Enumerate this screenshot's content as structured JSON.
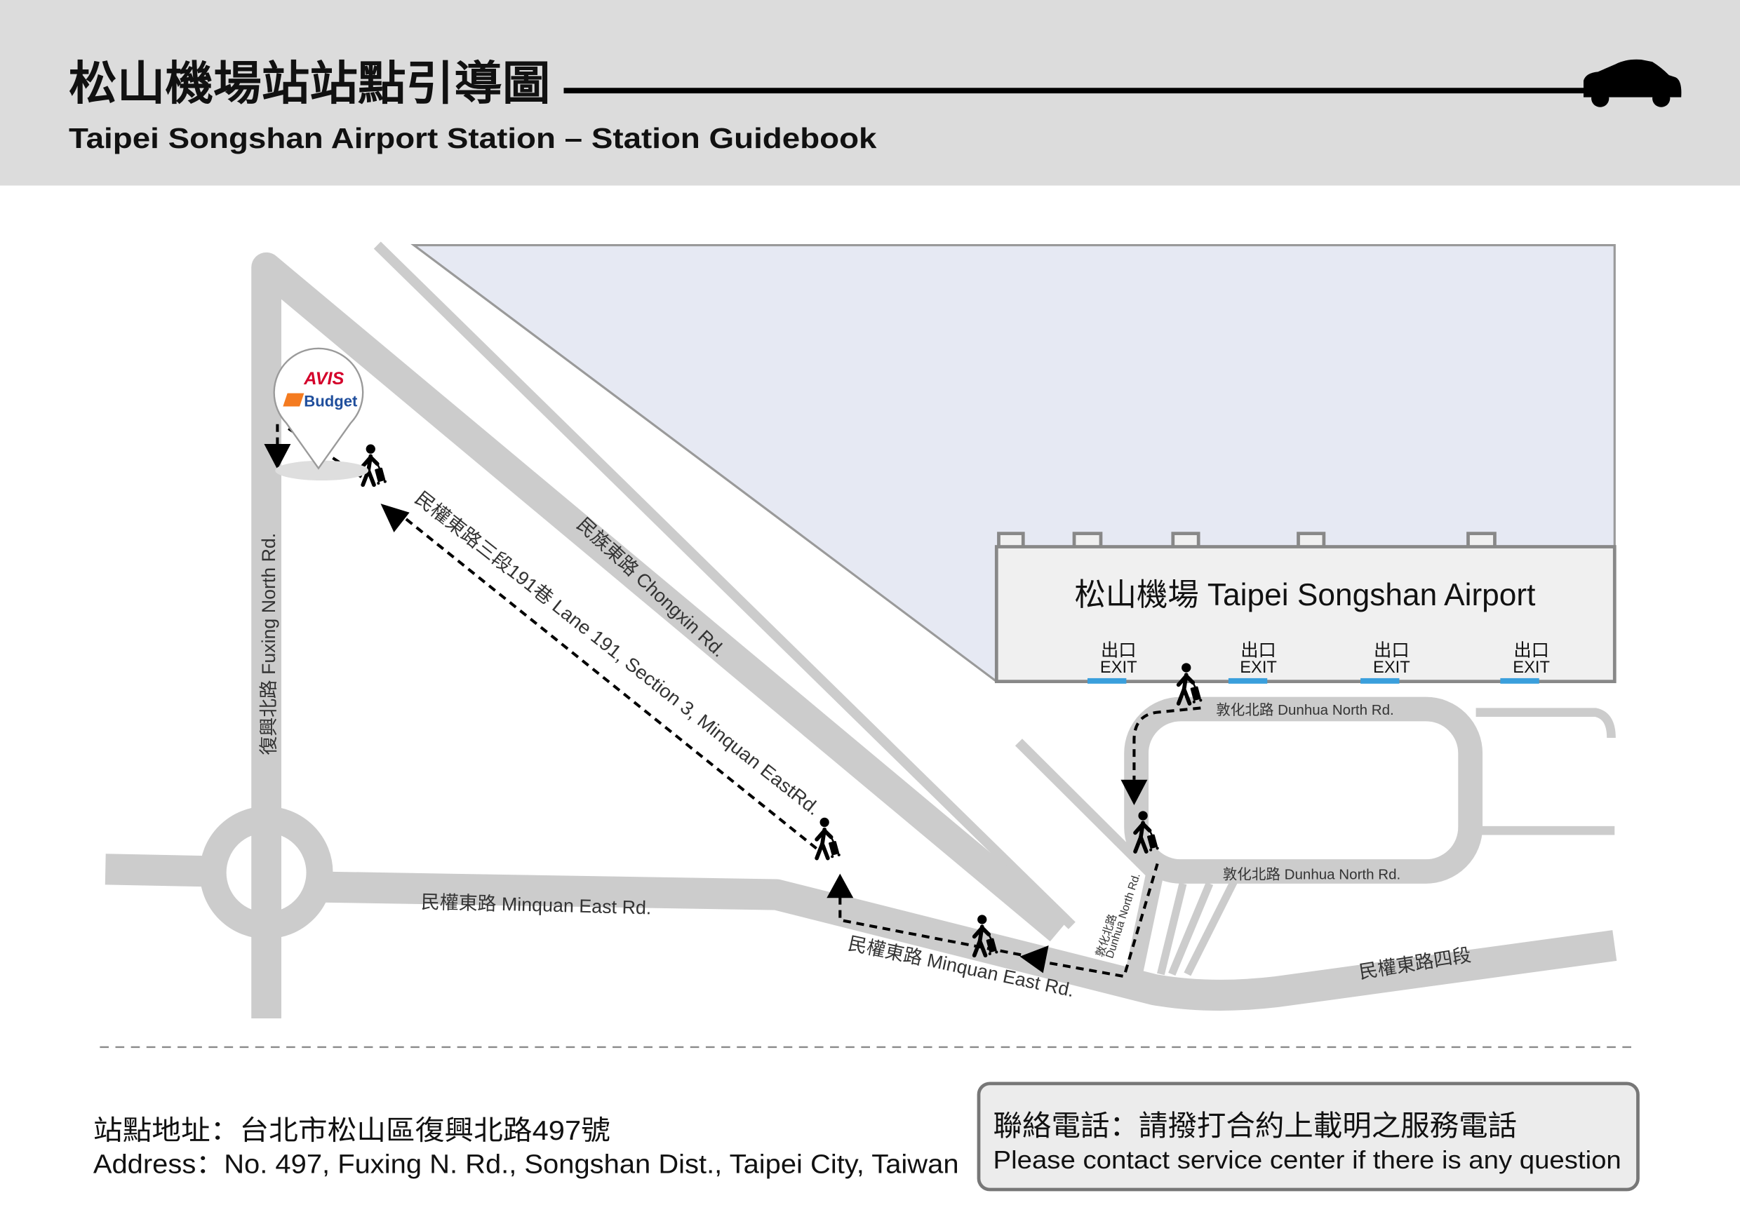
{
  "header": {
    "title_zh": "松山機場站站點引導圖",
    "title_en": "Taipei Songshan Airport Station – Station Guidebook"
  },
  "map": {
    "airport": {
      "label": "松山機場 Taipei Songshan Airport",
      "exits": [
        {
          "zh": "出口",
          "en": "EXIT"
        },
        {
          "zh": "出口",
          "en": "EXIT"
        },
        {
          "zh": "出口",
          "en": "EXIT"
        },
        {
          "zh": "出口",
          "en": "EXIT"
        }
      ]
    },
    "pin": {
      "brand_primary": "AVIS",
      "brand_secondary": "Budget"
    },
    "roads": {
      "fuxing": "復興北路 Fuxing North Rd.",
      "chongxin": "民族東路 Chongxin Rd.",
      "lane191": "民權東路三段191巷 Lane 191, Section 3, Minquan EastRd.",
      "minquan_west": "民權東路 Minquan East Rd.",
      "minquan_mid": "民權東路 Minquan East Rd.",
      "minquan_sec4": "民權東路四段",
      "dunhua_top": "敦化北路 Dunhua North Rd.",
      "dunhua_bottom": "敦化北路 Dunhua North Rd.",
      "dunhua_vertical_zh": "敦化北路",
      "dunhua_vertical_en": "Dunhua North Rd."
    }
  },
  "footer": {
    "address_zh": "站點地址：台北市松山區復興北路497號",
    "address_en": "Address：No. 497, Fuxing N. Rd., Songshan Dist., Taipei City, Taiwan",
    "contact_zh": "聯絡電話：請撥打合約上載明之服務電話",
    "contact_en": "Please contact service center if there is any question"
  },
  "colors": {
    "header_background": "#dcdcdc",
    "road": "#cccccc",
    "airport_area": "#e6e9f3",
    "terminal": "#f0f0f0",
    "exit_marker": "#3a9fdc",
    "avis_red": "#d4002a",
    "budget_blue": "#1f4e9c",
    "budget_orange": "#f47b20",
    "route": "#000000"
  },
  "icons": {
    "car": "car-icon",
    "pedestrian": "pedestrian-with-luggage-icon",
    "pin": "location-pin-icon",
    "arrow": "arrow-icon"
  }
}
